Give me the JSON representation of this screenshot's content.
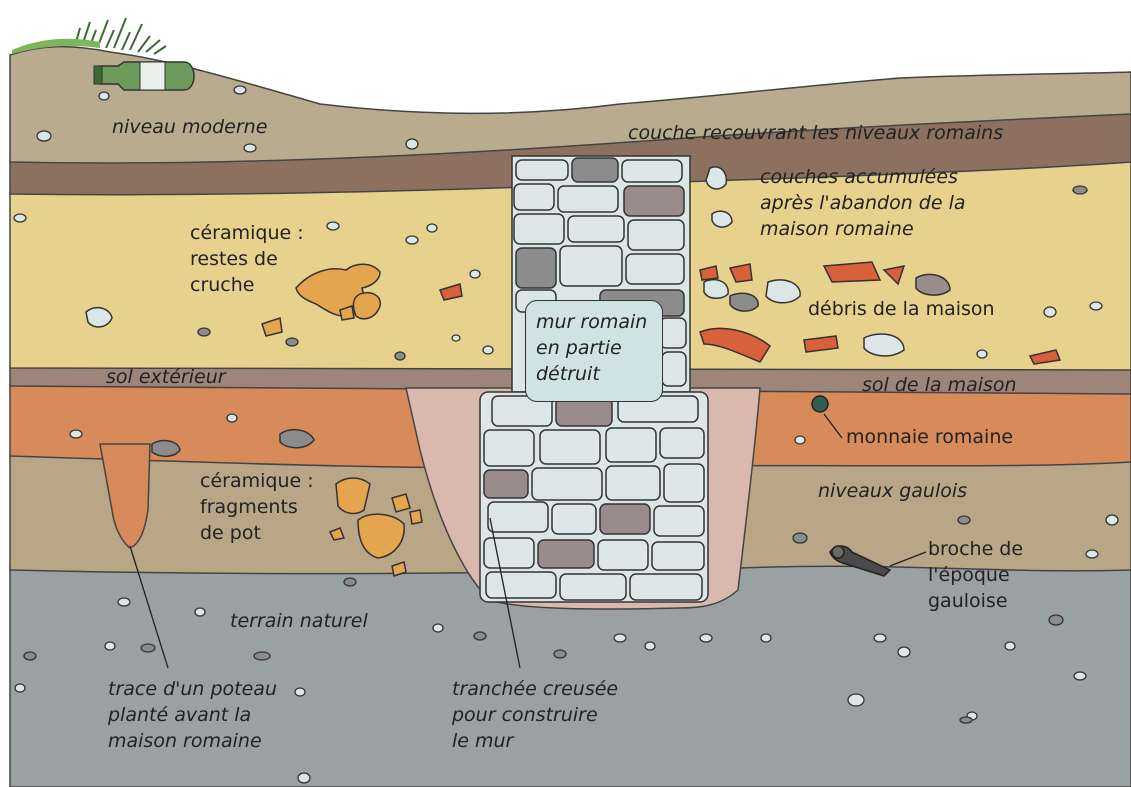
{
  "labels": {
    "niveau_moderne": "niveau moderne",
    "couche_recouvrant": "couche recouvrant les niveaux romains",
    "couches_accumulees": [
      "couches accumulées",
      "après l'abandon de la",
      "maison romaine"
    ],
    "ceramique_cruche": [
      "céramique :",
      "restes de",
      "cruche"
    ],
    "debris": "débris de la maison",
    "mur_romain": [
      "mur romain",
      "en partie",
      "détruit"
    ],
    "sol_exterieur": "sol extérieur",
    "sol_maison": "sol de la maison",
    "monnaie": "monnaie romaine",
    "ceramique_pot": [
      "céramique :",
      "fragments",
      "de pot"
    ],
    "niveaux_gaulois": "niveaux gaulois",
    "broche": [
      "broche de",
      "l'époque",
      "gauloise"
    ],
    "terrain_naturel": "terrain naturel",
    "trace_poteau": [
      "trace d'un poteau",
      "planté avant la",
      "maison romaine"
    ],
    "tranchee": [
      "tranchée creusée",
      "pour construire",
      "le mur"
    ]
  },
  "colors": {
    "modern_soil": "#b9ab8e",
    "brown_layer": "#8d7160",
    "yellow_layer": "#e6d28c",
    "floor": "#9e8579",
    "orange_layer": "#d78a5a",
    "gaulish": "#b8a687",
    "natural": "#9aa1a3",
    "trench": "#d9b8ad",
    "stone_light": "#dce6e6",
    "stone_dark": "#8c8c8c",
    "pottery": "#e5a54f",
    "tile": "#d8603a"
  }
}
